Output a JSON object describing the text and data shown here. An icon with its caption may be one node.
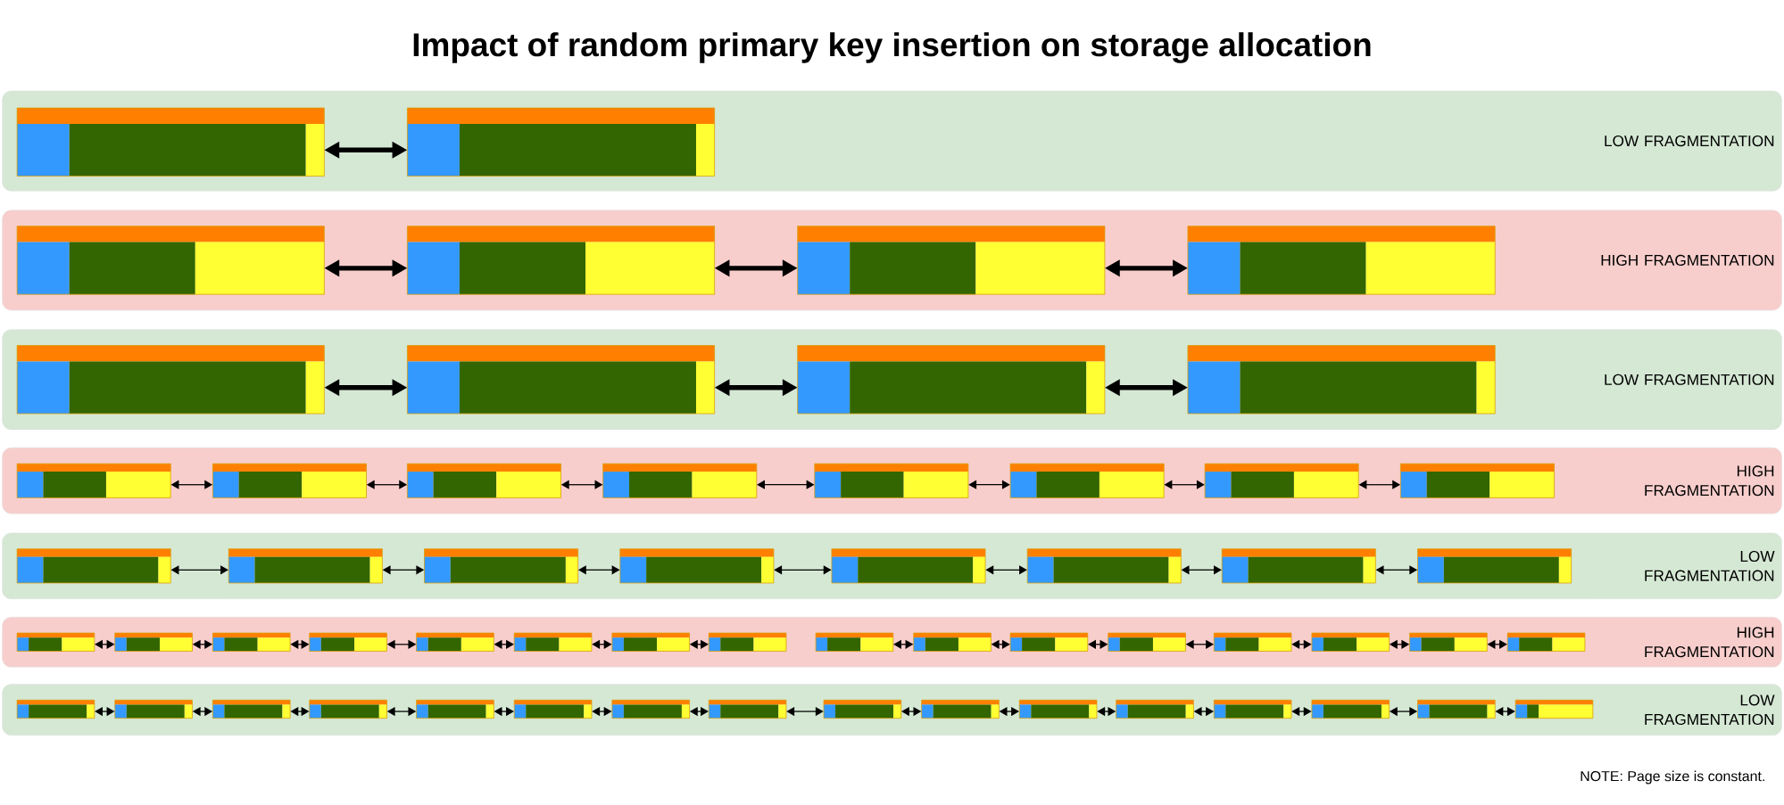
{
  "diagram": {
    "title": "Impact of random primary key insertion on storage allocation",
    "nodes": [
      {
        "text": [
          "LOW FRAGMENTATION"
        ]
      },
      {
        "text": [],
        "shape": "box",
        "in": 0
      },
      {
        "text": [],
        "shape": "box",
        "in": 0
      },
      {
        "text": [
          "HIGH FRAGMENTATION"
        ]
      },
      {
        "text": [],
        "shape": "box",
        "in": 3
      },
      {
        "text": [],
        "shape": "box",
        "in": 3
      },
      {
        "text": [],
        "shape": "box",
        "in": 3
      },
      {
        "text": [],
        "shape": "box",
        "in": 3
      },
      {
        "text": [
          "LOW FRAGMENTATION"
        ]
      },
      {
        "text": [],
        "shape": "box",
        "in": 8
      },
      {
        "text": [],
        "shape": "box",
        "in": 8
      },
      {
        "text": [],
        "shape": "box",
        "in": 8
      },
      {
        "text": [],
        "shape": "box",
        "in": 8
      },
      {
        "text": [
          "HIGH FRAGMENTATION"
        ]
      },
      {
        "text": [],
        "shape": "box",
        "in": 13
      },
      {
        "text": [],
        "shape": "box",
        "in": 13
      },
      {
        "text": [],
        "shape": "box",
        "in": 13
      },
      {
        "text": [],
        "shape": "box",
        "in": 13
      },
      {
        "text": [],
        "shape": "box",
        "in": 13
      },
      {
        "text": [],
        "shape": "box",
        "in": 13
      },
      {
        "text": [],
        "shape": "box",
        "in": 13
      },
      {
        "text": [],
        "shape": "box",
        "in": 13
      },
      {
        "text": [
          "LOW FRAGMENTATION"
        ]
      },
      {
        "text": [],
        "shape": "box",
        "in": 22
      },
      {
        "text": [],
        "shape": "box",
        "in": 22
      },
      {
        "text": [],
        "shape": "box",
        "in": 22
      },
      {
        "text": [],
        "shape": "box",
        "in": 22
      },
      {
        "text": [],
        "shape": "box",
        "in": 22
      },
      {
        "text": [],
        "shape": "box",
        "in": 22
      },
      {
        "text": [],
        "shape": "box",
        "in": 22
      },
      {
        "text": [],
        "shape": "box",
        "in": 22
      },
      {
        "text": [
          "HIGH FRAGMENTATION"
        ]
      },
      {
        "text": [],
        "shape": "box",
        "in": 31
      },
      {
        "text": [],
        "shape": "box",
        "in": 31
      },
      {
        "text": [],
        "shape": "box",
        "in": 31
      },
      {
        "text": [],
        "shape": "box",
        "in": 31
      },
      {
        "text": [],
        "shape": "box",
        "in": 31
      },
      {
        "text": [],
        "shape": "box",
        "in": 31
      },
      {
        "text": [],
        "shape": "box",
        "in": 31
      },
      {
        "text": [],
        "shape": "box",
        "in": 31
      },
      {
        "text": [],
        "shape": "box",
        "in": 31
      },
      {
        "text": [],
        "shape": "box",
        "in": 31
      },
      {
        "text": [],
        "shape": "box",
        "in": 31
      },
      {
        "text": [],
        "shape": "box",
        "in": 31
      },
      {
        "text": [],
        "shape": "box",
        "in": 31
      },
      {
        "text": [],
        "shape": "box",
        "in": 31
      },
      {
        "text": [],
        "shape": "box",
        "in": 31
      },
      {
        "text": [],
        "shape": "box",
        "in": 31
      },
      {
        "text": [
          "LOW FRAGMENTATION"
        ]
      },
      {
        "text": [],
        "shape": "box",
        "in": 48
      },
      {
        "text": [],
        "shape": "box",
        "in": 48
      },
      {
        "text": [],
        "shape": "box",
        "in": 48
      },
      {
        "text": [],
        "shape": "box",
        "in": 48
      },
      {
        "text": [],
        "shape": "box",
        "in": 48
      },
      {
        "text": [],
        "shape": "box",
        "in": 48
      },
      {
        "text": [],
        "shape": "box",
        "in": 48
      },
      {
        "text": [],
        "shape": "box",
        "in": 48
      },
      {
        "text": [],
        "shape": "box",
        "in": 48
      },
      {
        "text": [],
        "shape": "box",
        "in": 48
      },
      {
        "text": [],
        "shape": "box",
        "in": 48
      },
      {
        "text": [],
        "shape": "box",
        "in": 48
      },
      {
        "text": [],
        "shape": "box",
        "in": 48
      },
      {
        "text": [],
        "shape": "box",
        "in": 48
      },
      {
        "text": [],
        "shape": "box",
        "in": 48
      },
      {
        "text": [],
        "shape": "box",
        "in": 48
      }
    ],
    "edges": [
      {
        "from": 1,
        "to": 2,
        "arrow": "both",
        "style": "thick"
      },
      {
        "from": 4,
        "to": 5,
        "arrow": "both",
        "style": "thick"
      },
      {
        "from": 5,
        "to": 6,
        "arrow": "both",
        "style": "thick"
      },
      {
        "from": 6,
        "to": 7,
        "arrow": "both",
        "style": "thick"
      },
      {
        "from": 9,
        "to": 10,
        "arrow": "both",
        "style": "thick"
      },
      {
        "from": 10,
        "to": 11,
        "arrow": "both",
        "style": "thick"
      },
      {
        "from": 11,
        "to": 12,
        "arrow": "both",
        "style": "thick"
      },
      {
        "from": 14,
        "to": 15,
        "arrow": "both"
      },
      {
        "from": 15,
        "to": 16,
        "arrow": "both"
      },
      {
        "from": 16,
        "to": 17,
        "arrow": "both"
      },
      {
        "from": 17,
        "to": 18,
        "arrow": "both"
      },
      {
        "from": 18,
        "to": 19,
        "arrow": "both"
      },
      {
        "from": 19,
        "to": 20,
        "arrow": "both"
      },
      {
        "from": 20,
        "to": 21,
        "arrow": "both"
      },
      {
        "from": 23,
        "to": 24,
        "arrow": "both"
      },
      {
        "from": 24,
        "to": 25,
        "arrow": "both"
      },
      {
        "from": 25,
        "to": 26,
        "arrow": "both"
      },
      {
        "from": 26,
        "to": 27,
        "arrow": "both"
      },
      {
        "from": 27,
        "to": 28,
        "arrow": "both"
      },
      {
        "from": 28,
        "to": 29,
        "arrow": "both"
      },
      {
        "from": 29,
        "to": 30,
        "arrow": "both"
      },
      {
        "from": 32,
        "to": 33,
        "arrow": "both"
      },
      {
        "from": 33,
        "to": 34,
        "arrow": "both"
      },
      {
        "from": 34,
        "to": 35,
        "arrow": "both"
      },
      {
        "from": 35,
        "to": 36,
        "arrow": "both"
      },
      {
        "from": 36,
        "to": 37,
        "arrow": "both"
      },
      {
        "from": 37,
        "to": 38,
        "arrow": "both"
      },
      {
        "from": 38,
        "to": 39,
        "arrow": "both"
      },
      {
        "from": 40,
        "to": 41,
        "arrow": "both"
      },
      {
        "from": 41,
        "to": 42,
        "arrow": "both"
      },
      {
        "from": 42,
        "to": 43,
        "arrow": "both"
      },
      {
        "from": 43,
        "to": 44,
        "arrow": "both"
      },
      {
        "from": 44,
        "to": 45,
        "arrow": "both"
      },
      {
        "from": 45,
        "to": 46,
        "arrow": "both"
      },
      {
        "from": 46,
        "to": 47,
        "arrow": "both"
      },
      {
        "from": 49,
        "to": 50,
        "arrow": "both"
      },
      {
        "from": 50,
        "to": 51,
        "arrow": "both"
      },
      {
        "from": 51,
        "to": 52,
        "arrow": "both"
      },
      {
        "from": 52,
        "to": 53,
        "arrow": "both"
      },
      {
        "from": 53,
        "to": 54,
        "arrow": "both"
      },
      {
        "from": 54,
        "to": 55,
        "arrow": "both"
      },
      {
        "from": 55,
        "to": 56,
        "arrow": "both"
      },
      {
        "from": 56,
        "to": 57,
        "arrow": "both"
      },
      {
        "from": 57,
        "to": 58,
        "arrow": "both"
      },
      {
        "from": 58,
        "to": 59,
        "arrow": "both"
      },
      {
        "from": 59,
        "to": 60,
        "arrow": "both"
      },
      {
        "from": 60,
        "to": 61,
        "arrow": "both"
      },
      {
        "from": 61,
        "to": 62,
        "arrow": "both"
      },
      {
        "from": 62,
        "to": 63,
        "arrow": "both"
      },
      {
        "from": 63,
        "to": 64,
        "arrow": "both"
      }
    ],
    "labels": [
      "NOTE: Page size is constant."
    ]
  }
}
